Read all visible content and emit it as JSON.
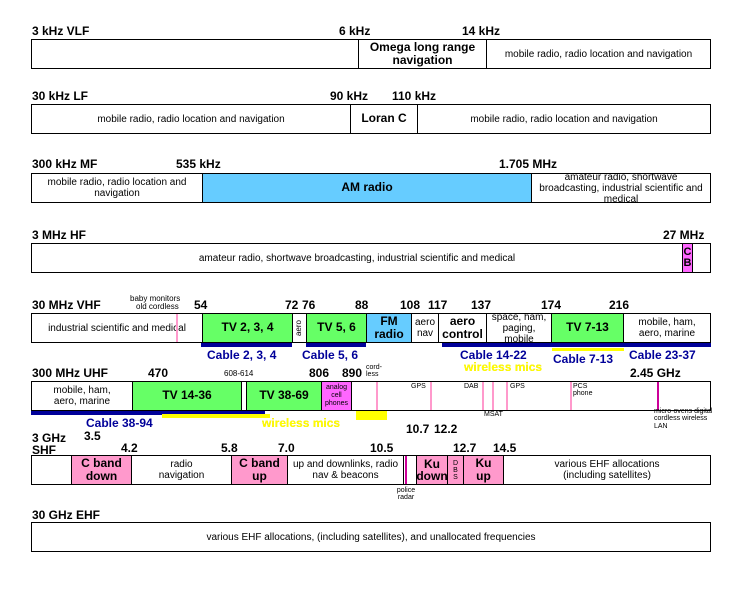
{
  "vlf": {
    "title": "3 kHz  VLF",
    "f1": "6 kHz",
    "f2": "14 kHz",
    "omega": "Omega long range navigation",
    "mobile": "mobile radio, radio location and navigation"
  },
  "lf": {
    "title": "30 kHz  LF",
    "f1": "90 kHz",
    "f2": "110 kHz",
    "mobile1": "mobile radio, radio location and navigation",
    "loran": "Loran C",
    "mobile2": "mobile radio, radio location and navigation"
  },
  "mf": {
    "title": "300 kHz  MF",
    "f1": "535 kHz",
    "f2": "1.705 MHz",
    "mobile": "mobile radio, radio location and navigation",
    "am": "AM radio",
    "amateur": "amateur radio, shortwave broadcasting, industrial scientific and medical"
  },
  "hf": {
    "title": "3 MHz  HF",
    "f1": "27 MHz",
    "main": "amateur radio, shortwave broadcasting, industrial scientific and medical",
    "cb": "CB"
  },
  "vhf": {
    "title": "30 MHz  VHF",
    "baby": "baby monitors",
    "cordless": "old cordless",
    "f54": "54",
    "f72": "72",
    "f76": "76",
    "f88": "88",
    "f108": "108",
    "f117": "117",
    "f137": "137",
    "f174": "174",
    "f216": "216",
    "ism": "industrial scientific and medical",
    "tv1": "TV 2, 3, 4",
    "aero": "aero",
    "tv2": "TV 5, 6",
    "fm": "FM radio",
    "aeronav": "aero nav",
    "aerocontrol": "aero control",
    "space": "space, ham, paging, mobile",
    "tv3": "TV 7-13",
    "mobile": "mobile, ham, aero, marine",
    "cable1": "Cable 2, 3, 4",
    "cable2": "Cable 5, 6",
    "cable3": "Cable 14-22",
    "cable4": "Cable 7-13",
    "cable5": "Cable 23-37",
    "wireless": "wireless mics"
  },
  "uhf": {
    "title": "300 MHz  UHF",
    "f470": "470",
    "f608": "608-614",
    "f806": "806",
    "f890": "890",
    "cordless": "cord- less",
    "f245": "2.45 GHz",
    "mobile": "mobile, ham, aero, marine",
    "tv1": "TV 14-36",
    "tv2": "TV 38-69",
    "analog": "analog cell phones",
    "gps1": "GPS",
    "dab": "DAB",
    "gps2": "GPS",
    "pcs": "PCS phone",
    "msat": "MSAT",
    "micro": "micro-ovens digital cordless wireless LAN",
    "cable": "Cable 38-94",
    "wireless": "wireless mics"
  },
  "shf": {
    "ghz": "3 GHz",
    "title": "SHF",
    "f35": "3.5",
    "f42": "4.2",
    "f58": "5.8",
    "f70": "7.0",
    "f105": "10.5",
    "f107": "10.7",
    "f122": "12.2",
    "f127": "12.7",
    "f145": "14.5",
    "cband1": "C band down",
    "radionav": "radio navigation",
    "cband2": "C band up",
    "updown": "up and downlinks, radio nav & beacons",
    "ku1": "Ku down",
    "dbs": "DBS",
    "ku2": "Ku up",
    "ehf": "various EHF allocations (including satellites)",
    "police": "police radar"
  },
  "ehf": {
    "title": "30 GHz  EHF",
    "main": "various EHF allocations, (including satellites), and unallocated frequencies"
  }
}
